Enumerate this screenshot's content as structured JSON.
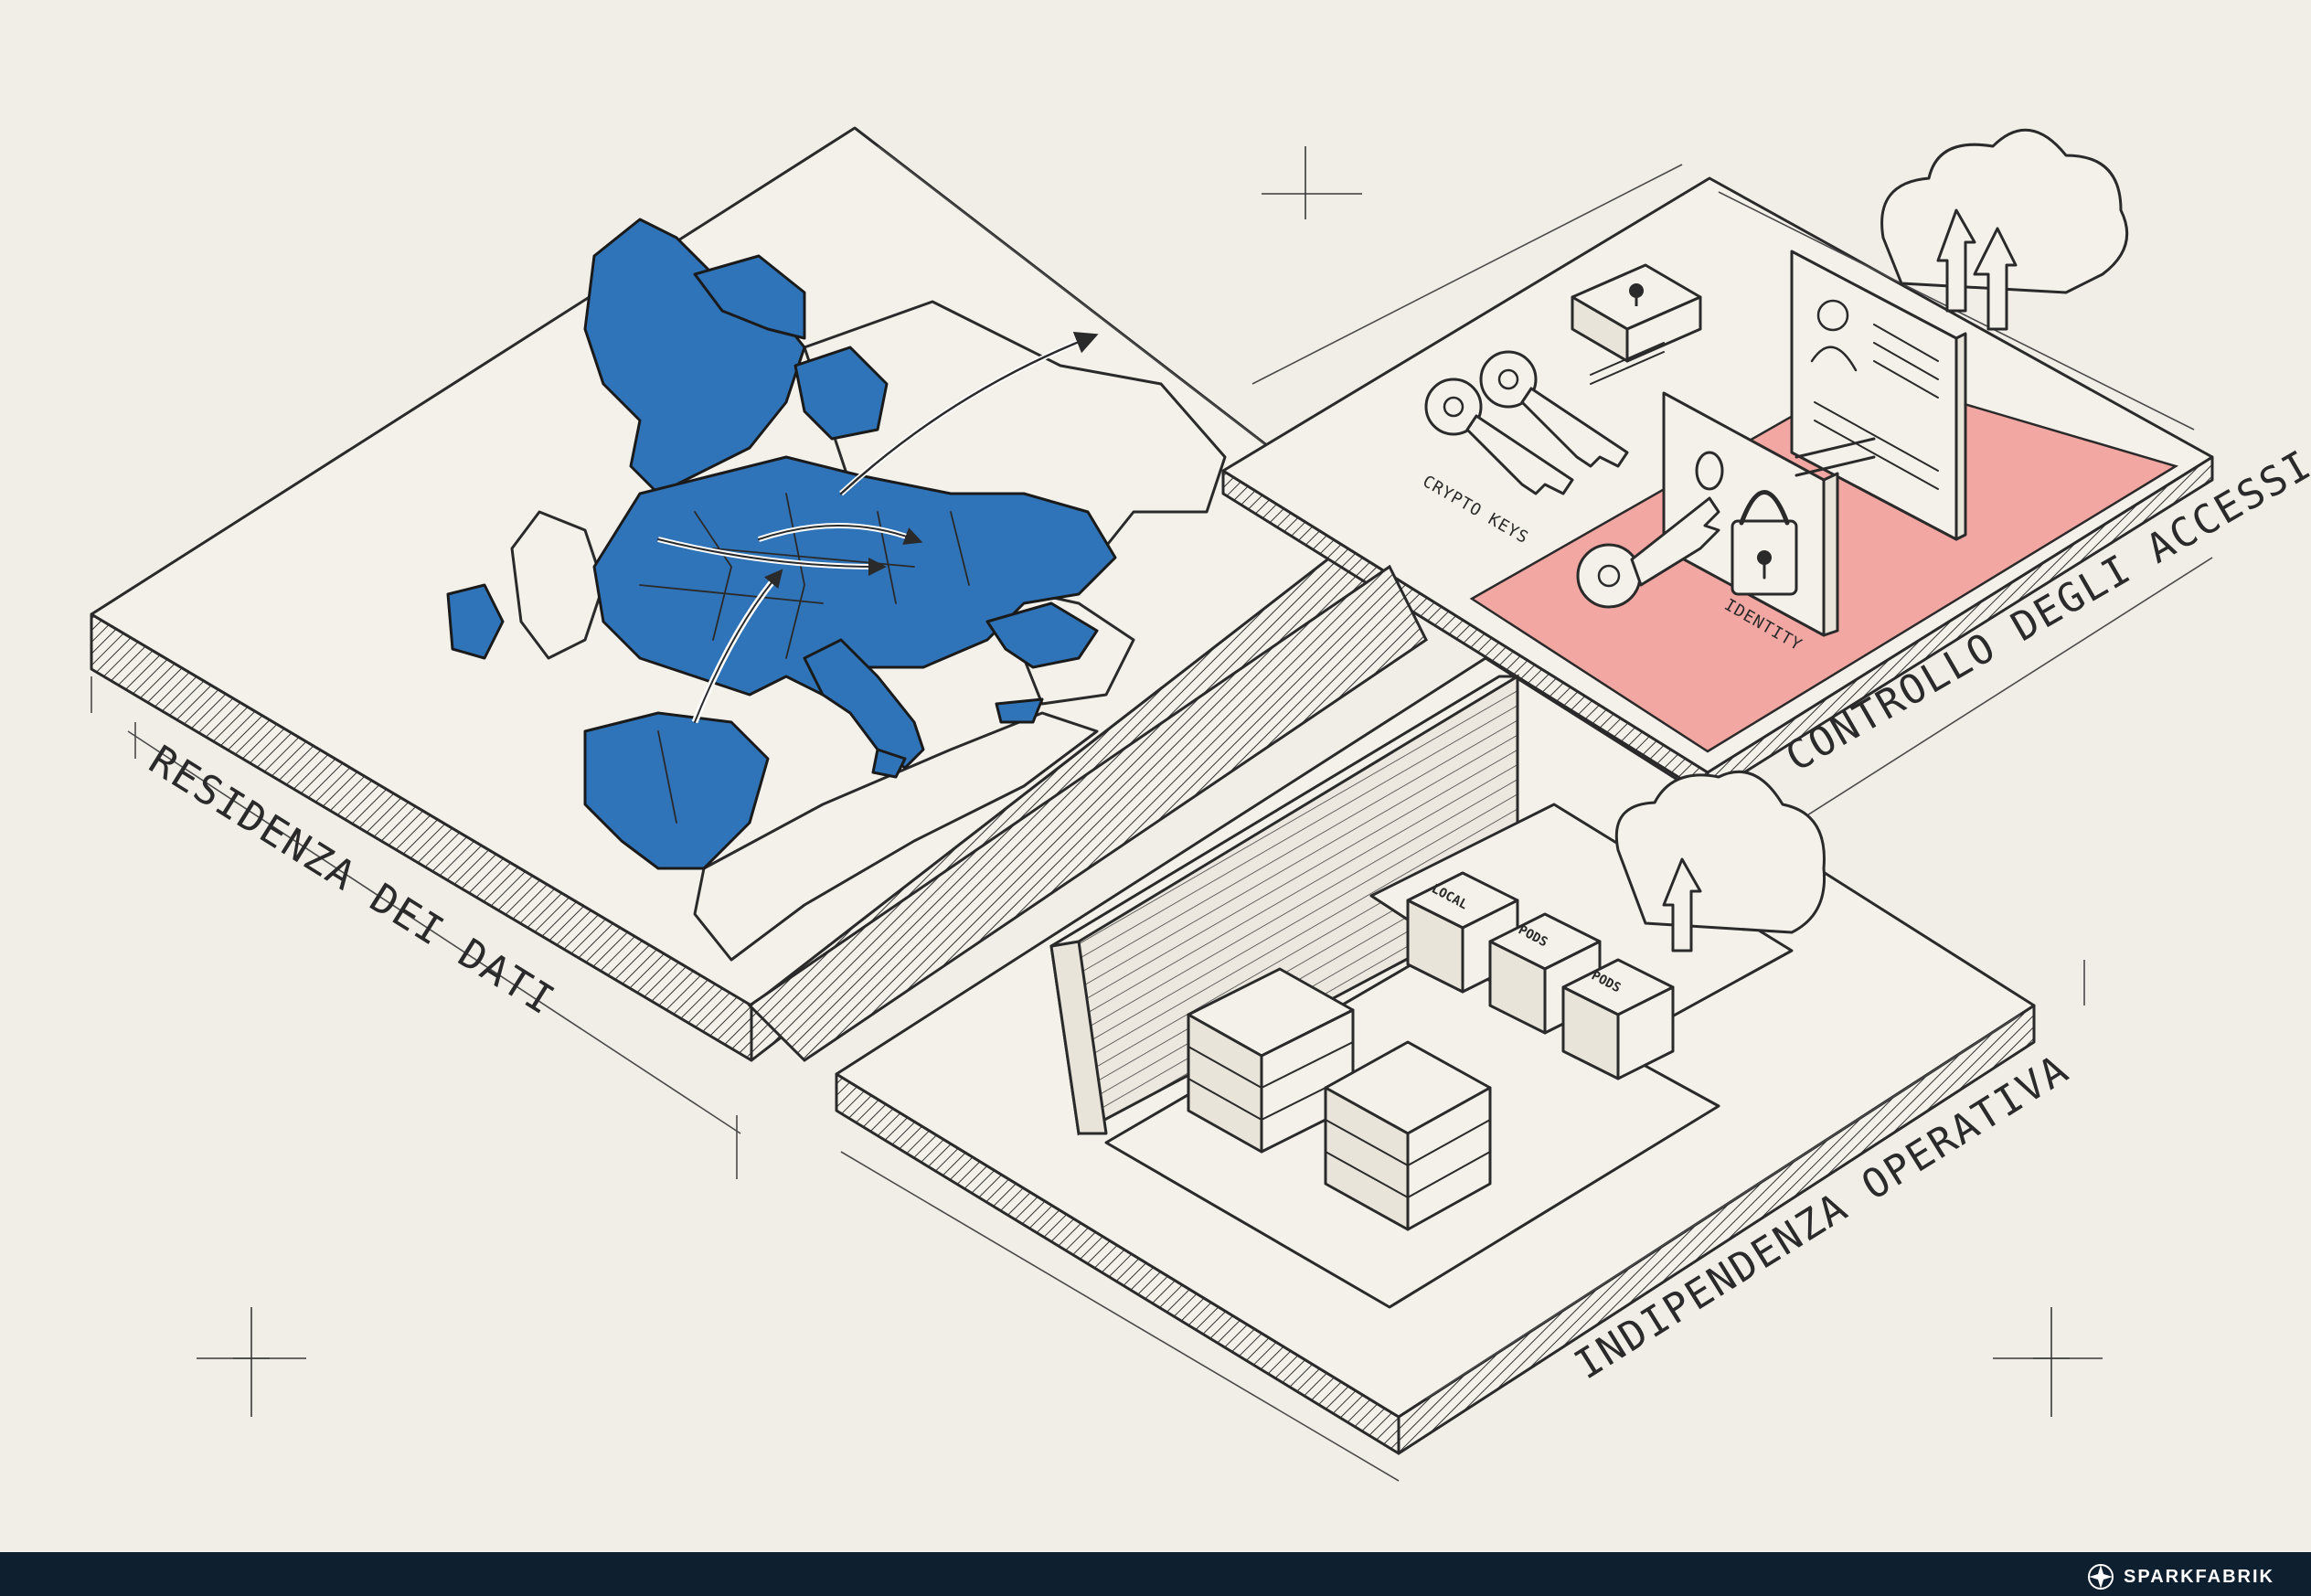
{
  "colors": {
    "background": "#f1eee7",
    "map_blue": "#2f73b8",
    "access_pink": "#f2a7a2",
    "ink": "#2a2a2a",
    "footer": "#0e1f2f"
  },
  "labels": {
    "data_residency": "RESIDENZA DEI DATI",
    "access_control": "CONTROLLO DEGLI ACCESSI",
    "operational_independence": "INDIPENDENZA OPERATIVA",
    "crypto_keys": "CRYPTO KEYS",
    "identity": "IDENTITY",
    "pod_local": "LOCAL",
    "pod_pods_1": "PODS",
    "pod_pods_2": "PODS"
  },
  "brand": {
    "name": "SPARKFABRIK",
    "logo_icon": "sparkfabrik-logo-icon"
  },
  "icons": [
    "europe-map-icon",
    "data-flow-arrow-icon",
    "crypto-key-icon",
    "padlock-icon",
    "identity-card-icon",
    "cloud-icon",
    "server-rack-icon",
    "pod-box-icon",
    "registration-crosshair-icon"
  ]
}
